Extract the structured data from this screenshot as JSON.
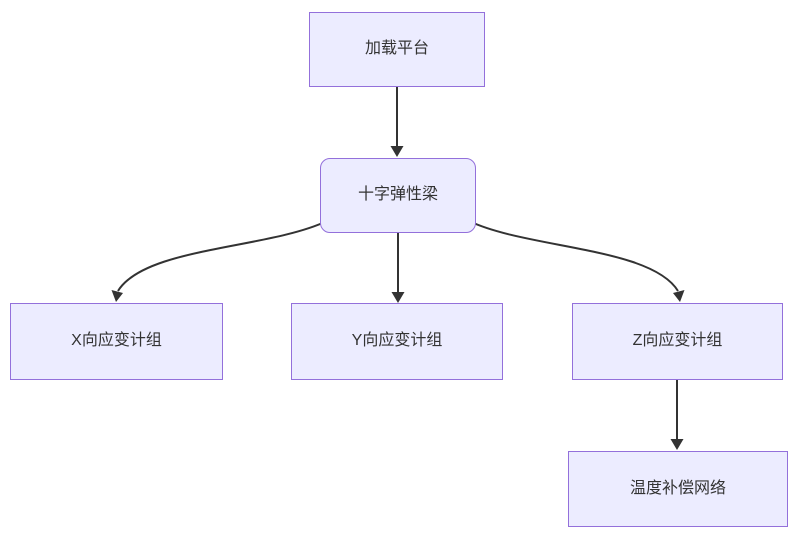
{
  "diagram": {
    "type": "flowchart",
    "direction": "top-down",
    "colors": {
      "node_fill": "#ECECFF",
      "node_border": "#9370DB",
      "edge": "#333333",
      "text": "#333333",
      "background": "#ffffff"
    },
    "nodes": [
      {
        "id": "loading-platform",
        "label": "加载平台",
        "shape": "rect"
      },
      {
        "id": "cross-elastic-beam",
        "label": "十字弹性梁",
        "shape": "rounded"
      },
      {
        "id": "x-strain-gauge-group",
        "label": "X向应变计组",
        "shape": "rect"
      },
      {
        "id": "y-strain-gauge-group",
        "label": "Y向应变计组",
        "shape": "rect"
      },
      {
        "id": "z-strain-gauge-group",
        "label": "Z向应变计组",
        "shape": "rect"
      },
      {
        "id": "temperature-compensation-network",
        "label": "温度补偿网络",
        "shape": "rect"
      }
    ],
    "edges": [
      {
        "from": "加载平台",
        "to": "十字弹性梁",
        "style": "straight"
      },
      {
        "from": "十字弹性梁",
        "to": "X向应变计组",
        "style": "curved"
      },
      {
        "from": "十字弹性梁",
        "to": "Y向应变计组",
        "style": "straight"
      },
      {
        "from": "十字弹性梁",
        "to": "Z向应变计组",
        "style": "curved"
      },
      {
        "from": "Z向应变计组",
        "to": "温度补偿网络",
        "style": "straight"
      }
    ]
  }
}
